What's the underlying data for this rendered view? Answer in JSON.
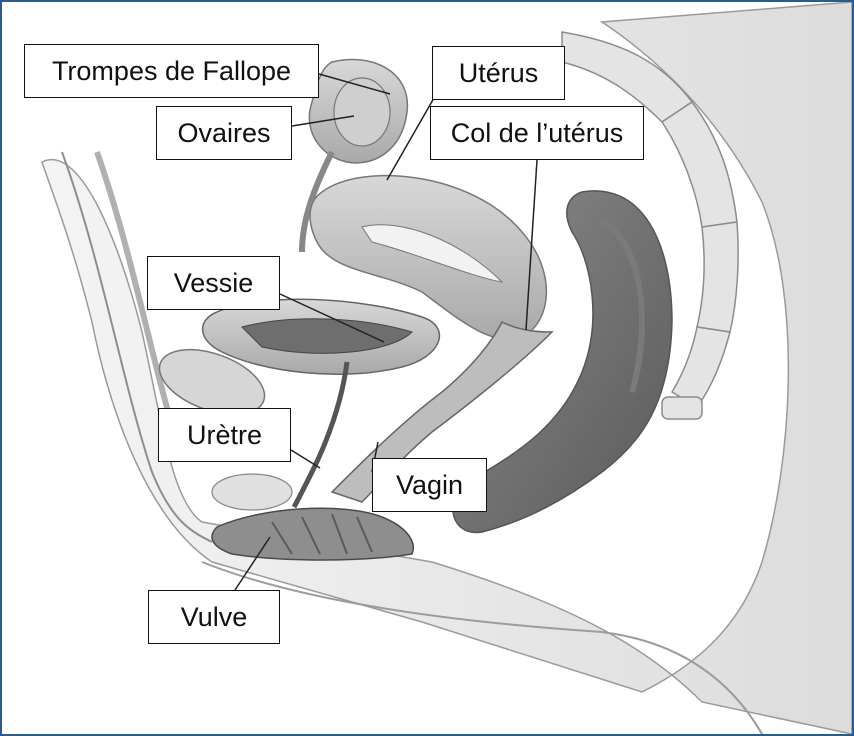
{
  "labels": {
    "trompes": "Trompes de Fallope",
    "uterus": "Utérus",
    "ovaires": "Ovaires",
    "col": "Col de l’utérus",
    "vessie": "Vessie",
    "uretre": "Urètre",
    "vagin": "Vagin",
    "vulve": "Vulve"
  },
  "colors": {
    "frame_border": "#2d5a8c",
    "leader_line": "#222222",
    "label_border": "#111111"
  }
}
